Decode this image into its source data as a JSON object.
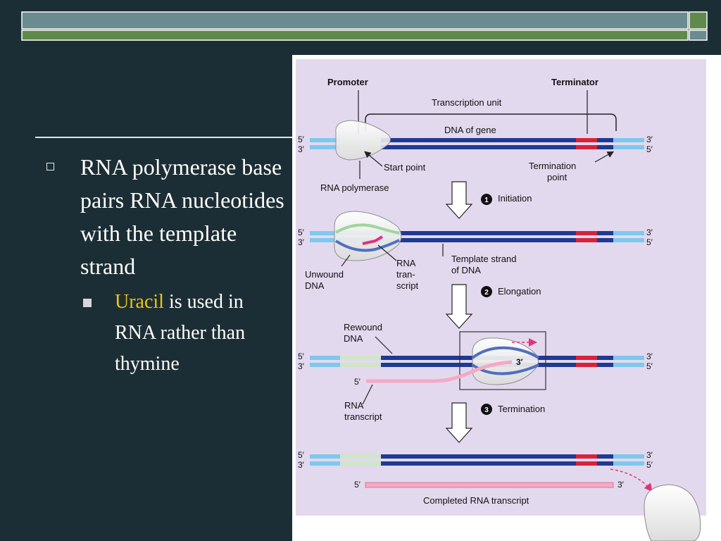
{
  "slide": {
    "bullet_main": "RNA polymerase base pairs RNA nucleotides with the template strand",
    "bullet_sub_highlight": "Uracil",
    "bullet_sub_rest": " is used in RNA rather than thymine"
  },
  "figure": {
    "promoter": "Promoter",
    "terminator": "Terminator",
    "transcription_unit": "Transcription unit",
    "dna_of_gene": "DNA of gene",
    "start_point": "Start point",
    "rna_polymerase": "RNA polymerase",
    "termination_point_1": "Termination",
    "termination_point_2": "point",
    "strand_5": "5′",
    "strand_3": "3′",
    "step1_num": "1",
    "step1_label": "Initiation",
    "unwound_1": "Unwound",
    "unwound_2": "DNA",
    "rna_tran_1": "RNA",
    "rna_tran_2": "tran-",
    "rna_tran_3": "script",
    "template_1": "Template strand",
    "template_2": "of DNA",
    "step2_num": "2",
    "step2_label": "Elongation",
    "rewound_1": "Rewound",
    "rewound_2": "DNA",
    "rna_transcript_1": "RNA",
    "rna_transcript_2": "transcript",
    "step3_num": "3",
    "step3_label": "Termination",
    "completed": "Completed RNA transcript"
  },
  "colors": {
    "background": "#1c2e35",
    "bar_top": "#6a8b8f",
    "bar_bottom": "#5f8a4b",
    "panel": "#e3d9ee",
    "template_strand": "#1f3a93",
    "light_strand": "#7ec8ee",
    "promoter_region": "#cfe6c6",
    "terminator_region": "#d8223a",
    "rna": "#f5a9c4",
    "highlight": "#f1c40f"
  }
}
